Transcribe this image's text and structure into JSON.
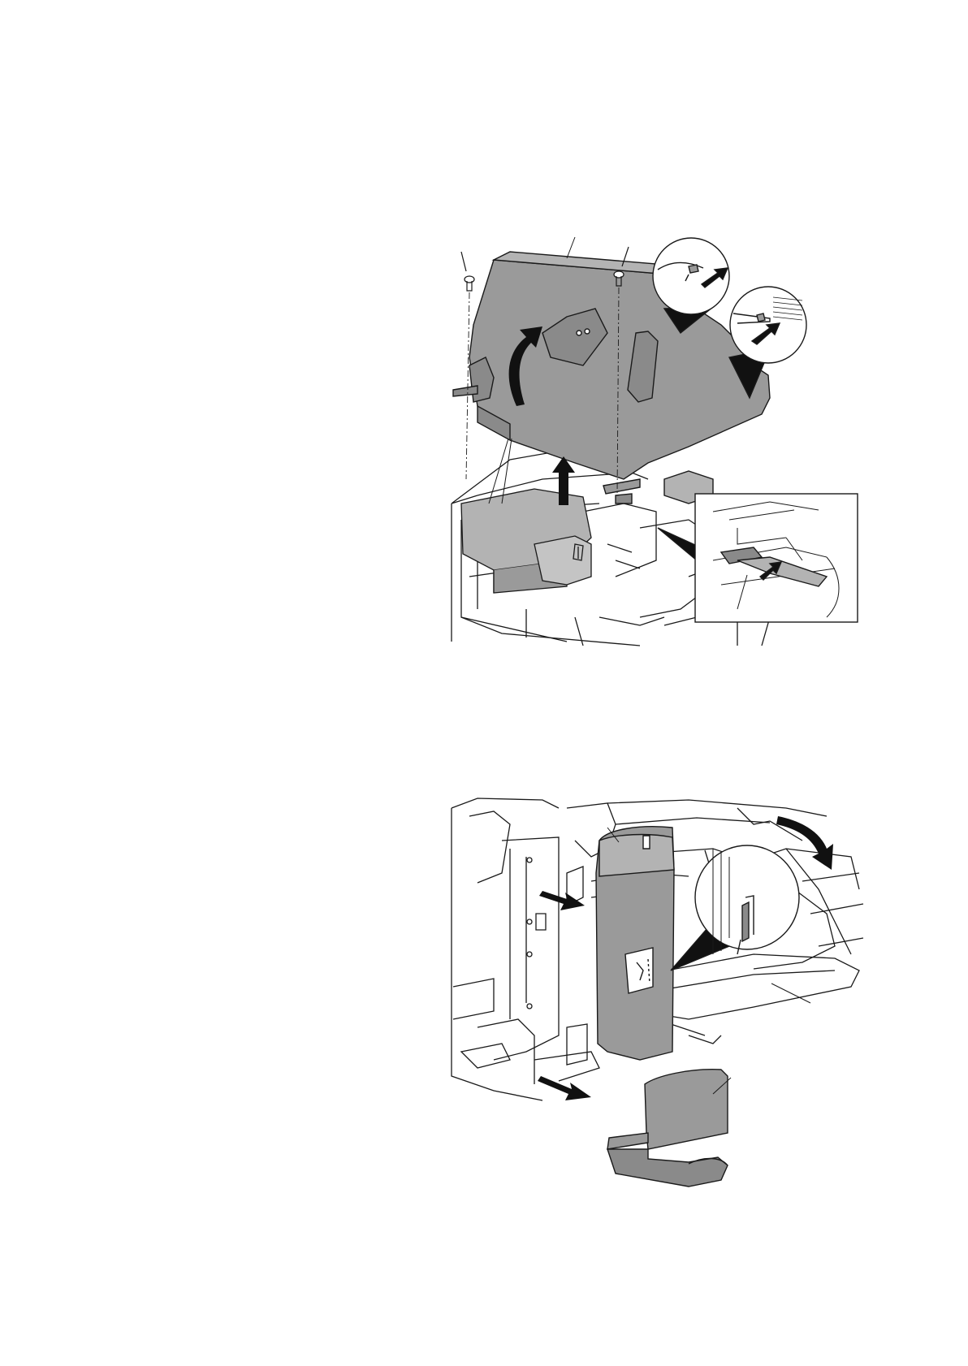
{
  "document": {
    "figures": [
      {
        "id": "figure-1",
        "subject": "top-cover-assembly-removal"
      },
      {
        "id": "figure-2",
        "subject": "right-side-cover-removal"
      }
    ]
  },
  "colors": {
    "part_fill": "#9a9a9a",
    "part_fill_dark": "#8a8a8a",
    "part_fill_light": "#b3b3b3",
    "line": "#1a1a1a",
    "arrow": "#111111",
    "paper": "#ffffff"
  },
  "icons": [
    "screw-icon",
    "arrow-icon",
    "curved-arrow-icon",
    "callout-magnifier-icon",
    "leader-line-icon"
  ]
}
